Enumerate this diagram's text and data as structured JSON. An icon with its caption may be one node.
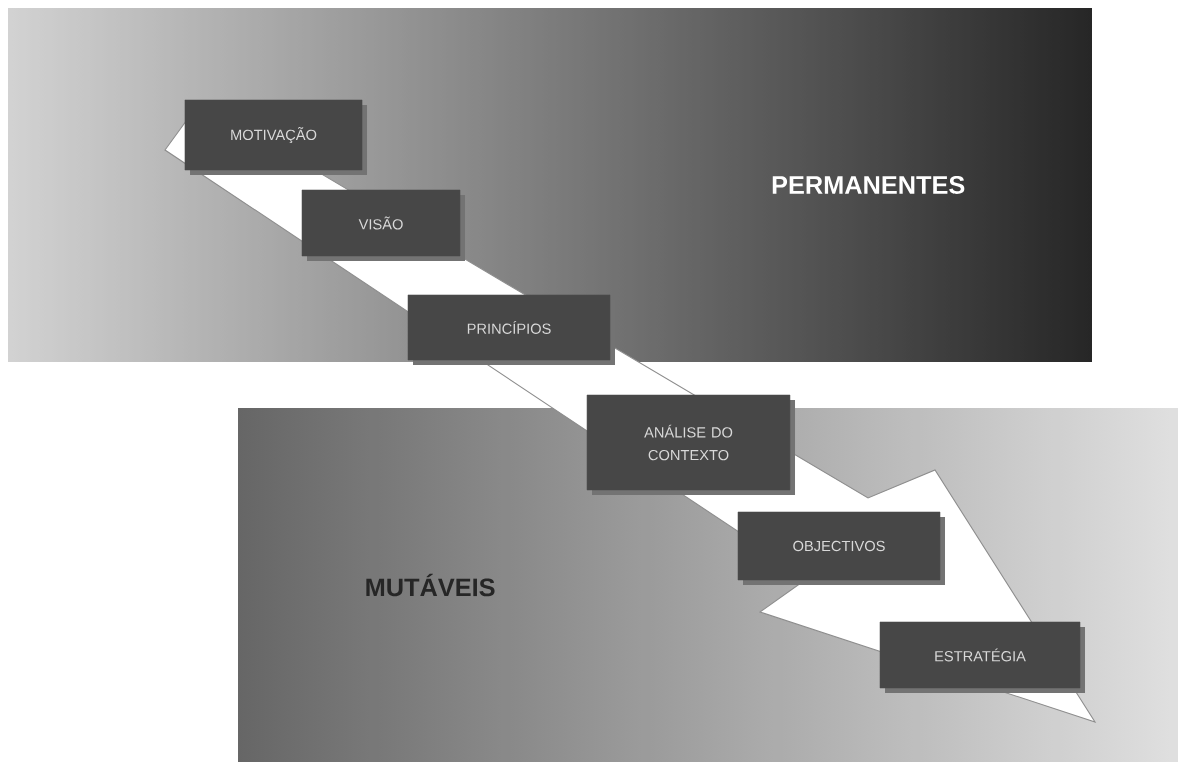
{
  "diagram": {
    "nodes": [
      {
        "text": [
          "PERMANENTES"
        ]
      },
      {
        "text": [
          "MOTIVAÇÃO"
        ]
      },
      {
        "text": [
          "VISÃO"
        ]
      },
      {
        "text": [
          "PRINCÍPIOS"
        ]
      },
      {
        "text": [
          "MUTÁVEIS"
        ]
      },
      {
        "text": [
          "ANÁLISE DO CONTEXTO"
        ]
      },
      {
        "text": [
          "OBJECTIVOS"
        ]
      },
      {
        "text": [
          "ESTRATÉGIA"
        ]
      }
    ]
  }
}
